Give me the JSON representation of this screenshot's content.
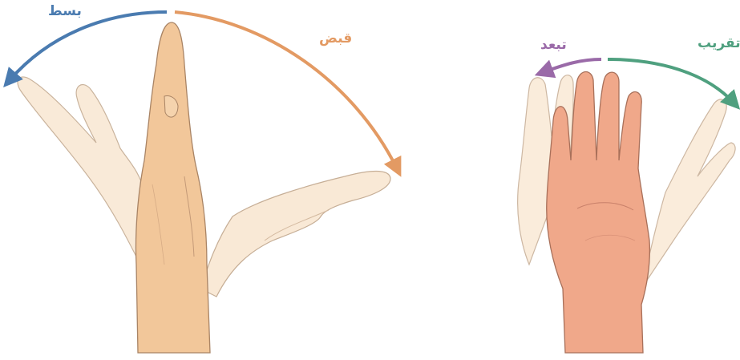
{
  "labels": {
    "extension": "بسط",
    "flexion": "قبض",
    "abduction": "تبعد",
    "adduction": "تقريب"
  },
  "colors": {
    "extension": "#4a7bb0",
    "flexion": "#e39a63",
    "abduction": "#9a6aa8",
    "adduction": "#4fa07f",
    "skin_light": "#f8e4cc",
    "skin_mid": "#f2c79a",
    "skin_pink": "#f0a88a",
    "outline": "#9a7d62"
  }
}
